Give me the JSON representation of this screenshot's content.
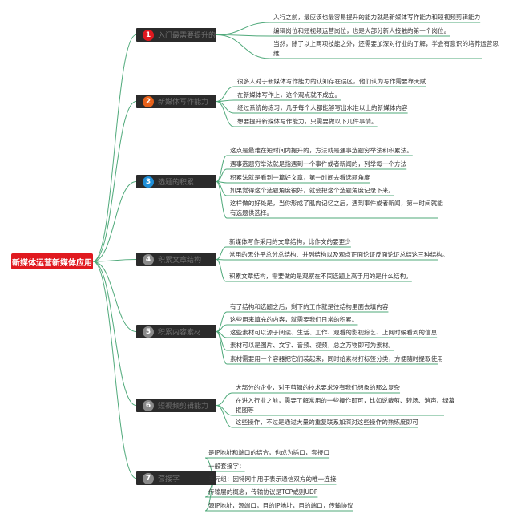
{
  "root": {
    "label": "新媒体运营新媒体应用"
  },
  "colors": {
    "root": "#e0191f",
    "topic_bg": "#2b2b2b",
    "line": "#4fa97a",
    "badges": [
      "#e0191f",
      "#e8611a",
      "#1e8fd8",
      "#8a8a8a",
      "#8a8a8a",
      "#8a8a8a",
      "#8a8a8a"
    ]
  },
  "topics": [
    {
      "num": "1",
      "label": "入门最需要提升的两项技能",
      "leaves": [
        "入行之前，最应该也最容易提升的能力就是新媒体写作能力和短视频剪辑能力",
        "编辑岗位和短视频运营岗位，也是大部分新人接触的第一个岗位。",
        "当然，除了以上两项技能之外，还需要加深对行业的了解，学会有意识的培养运营思维"
      ]
    },
    {
      "num": "2",
      "label": "新媒体写作能力",
      "leaves": [
        "很多人对于新媒体写作能力的认知存在误区，他们认为写作需要靠天赋",
        "在新媒体写作上，这个观点就不成立。",
        "经过系统的练习，几乎每个人都能够写出水准以上的新媒体内容",
        "想要提升新媒体写作能力，只需要做以下几件事情。"
      ]
    },
    {
      "num": "3",
      "label": "选题的积累",
      "leaves": [
        "这点是最难在短时间内提升的，方法就是遇事选题穷举法和积累法。",
        "遇事选题穷举法就是指遇到一个事件或者新闻的，列举每一个方法",
        "积累法就是看到一篇好文章，第一时间去看选题角度",
        "如果觉得这个选题角度很好，就会把这个选题角度记录下来。",
        "这样做的好处是，当你形成了肌肉记忆之后，遇到事件或者新闻，第一时间就能有选题供选择。"
      ]
    },
    {
      "num": "4",
      "label": "积累文章结构",
      "leaves": [
        "新媒体写作采用的文章结构，比作文的要更少",
        "常用的无外乎总分总结构、并列结构以及观点正面论证反面论证总结这三种结构。",
        "积累文章结构，需要做的是观察在不同选题上高手用的是什么结构。"
      ]
    },
    {
      "num": "5",
      "label": "积累内容素材",
      "leaves": [
        "有了结构和选题之后，剩下的工作就是往结构里面去填内容",
        "这些用来填充的内容，就需要我们日常的积累。",
        "这些素材可以源于阅读、生活、工作、观看的影视综艺、上网时候看到的信息",
        "素材可以是图片、文字、音频、视频，总之万物即可为素材。",
        "素材需要用一个容器把它们装起来，同时给素材打标签分类，方便随时提取使用"
      ]
    },
    {
      "num": "6",
      "label": "短视频剪辑能力",
      "leaves": [
        "大部分的企业，对于剪辑的技术要求没有我们想象的那么复杂",
        "在进入行业之前，需要了解常用的一些操作即可，比如说裁剪、转场、消声、绿幕抠图等",
        "这些操作，不过是通过大量的重复联系加深对这些操作的熟练度即可"
      ]
    },
    {
      "num": "7",
      "label": "套接字",
      "leaves": [
        "是IP地址和端口的结合，也成为插口，套接口",
        "一般套接字：",
        "五元组：因特网中用于表示通信双方的唯一连接",
        "传输层的概念，传输协议是TCP或则UDP",
        "源IP地址，源端口，目的IP地址，目的端口，传输协议"
      ]
    }
  ]
}
